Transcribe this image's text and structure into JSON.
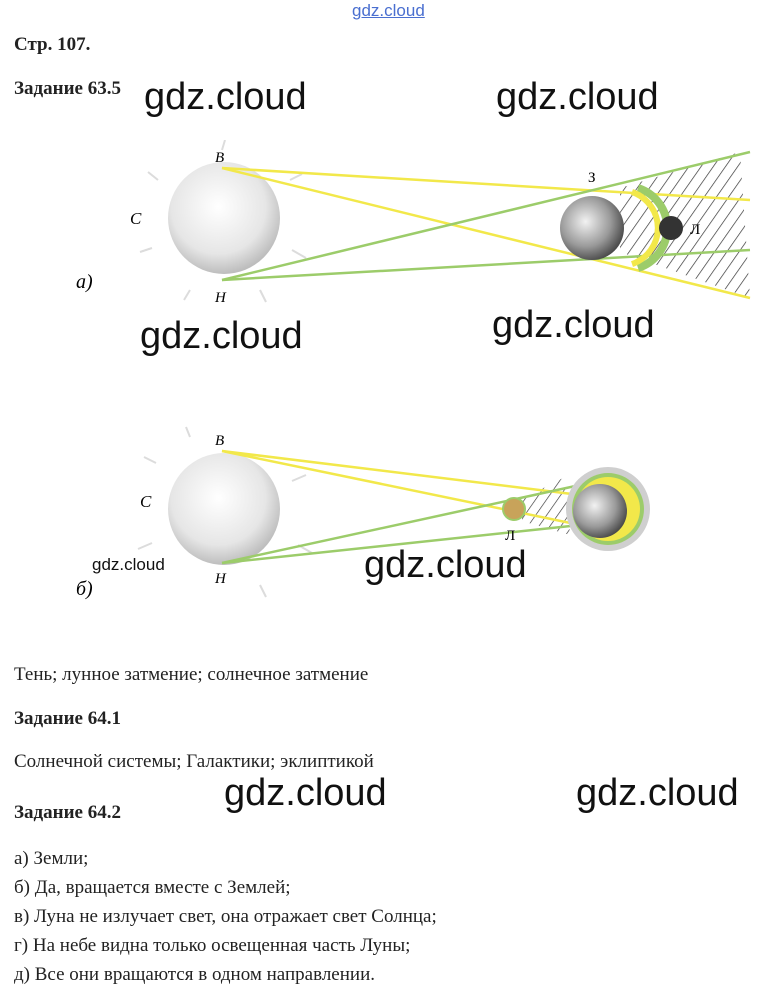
{
  "header": {
    "link": "gdz.cloud"
  },
  "page": {
    "number": "Стр. 107."
  },
  "tasks": [
    {
      "title": "Задание 63.5",
      "answer": "Тень; лунное затмение; солнечное затмение"
    },
    {
      "title": "Задание 64.1",
      "answer": "Солнечной системы; Галактики; эклиптикой"
    },
    {
      "title": "Задание 64.2"
    }
  ],
  "task_642_answers": [
    "а) Земли;",
    "б) Да, вращается вместе с Землей;",
    "в) Луна не излучает свет, она отражает свет Солнца;",
    "г) На небе видна только освещенная часть Луны;",
    "д) Все они вращаются в одном направлении."
  ],
  "figure_a": {
    "panel": "а)",
    "sun": "С",
    "top": "В",
    "bottom": "Н",
    "earth": "З",
    "moon": "Л"
  },
  "figure_b": {
    "panel": "б)",
    "sun": "С",
    "top": "В",
    "bottom": "Н",
    "moon": "Л"
  },
  "watermark": "gdz.cloud",
  "colors": {
    "ray_yellow": "#f2e84a",
    "ray_green": "#9ccc6a",
    "sun_gray": "#d6d6d6",
    "link": "#4a6fd0"
  }
}
